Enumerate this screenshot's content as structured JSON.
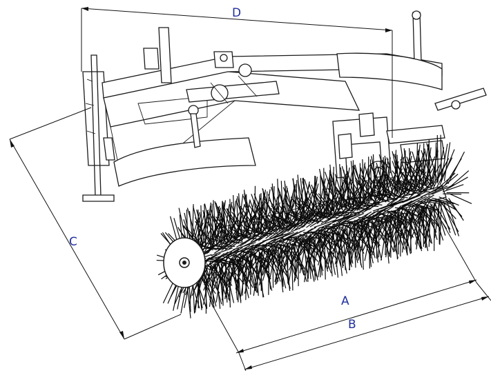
{
  "diagram": {
    "dimension_labels": {
      "a": "A",
      "b": "B",
      "c": "C",
      "d": "D"
    },
    "colors": {
      "dimension_label": "#1f2f9e",
      "line": "#111111",
      "background": "#ffffff"
    }
  }
}
